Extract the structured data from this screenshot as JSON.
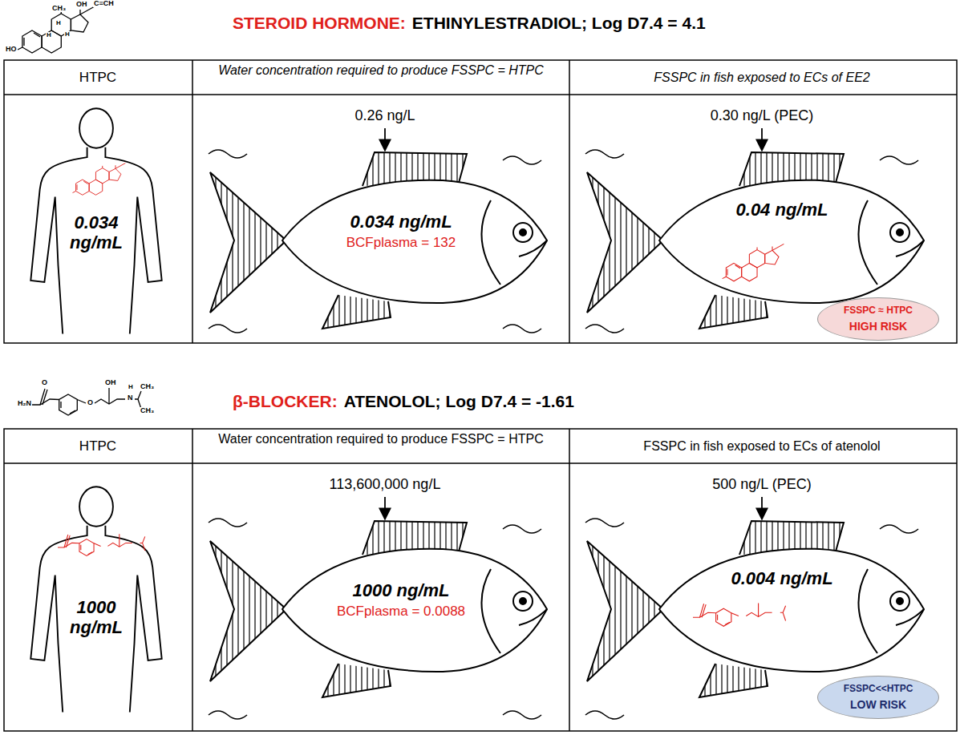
{
  "diagram": {
    "nodes": [
      {
        "text": [
          "0.034 ng/mL"
        ]
      },
      {
        "text": [
          "0.034 ng/mL",
          "BCFplasma = 132"
        ]
      },
      {
        "text": [
          "0.04 ng/mL"
        ]
      },
      {
        "text": [
          "FSSPC ≈ HTPC",
          "HIGH RISK"
        ]
      },
      {
        "text": [
          "1000 ng/mL"
        ]
      },
      {
        "text": [
          "1000 ng/mL",
          "BCFplasma = 0.0088"
        ]
      },
      {
        "text": [
          "0.004 ng/mL"
        ]
      },
      {
        "text": [
          "FSSPC<<HTPC",
          "LOW RISK"
        ]
      }
    ],
    "labels": [
      "STEROID HORMONE:",
      "ETHINYLESTRADIOL; Log D7.4 = 4.1",
      "HTPC",
      "Water concentration required to produce FSSPC = HTPC",
      "FSSPC in fish exposed to ECs of EE2",
      "0.26 ng/L",
      "0.30 ng/L (PEC)",
      "β-BLOCKER:",
      "ATENOLOL; Log D7.4 = -1.61",
      "HTPC",
      "Water concentration required to produce FSSPC = HTPC",
      "FSSPC in fish exposed to ECs of atenolol",
      "113,600,000 ng/L",
      "500 ng/L (PEC)",
      "OH",
      "CH₃",
      "C≡CH",
      "H",
      "H",
      "H",
      "HO",
      "O",
      "H₂N",
      "O",
      "OH",
      "H",
      "N",
      "CH₃",
      "CH₃"
    ]
  }
}
